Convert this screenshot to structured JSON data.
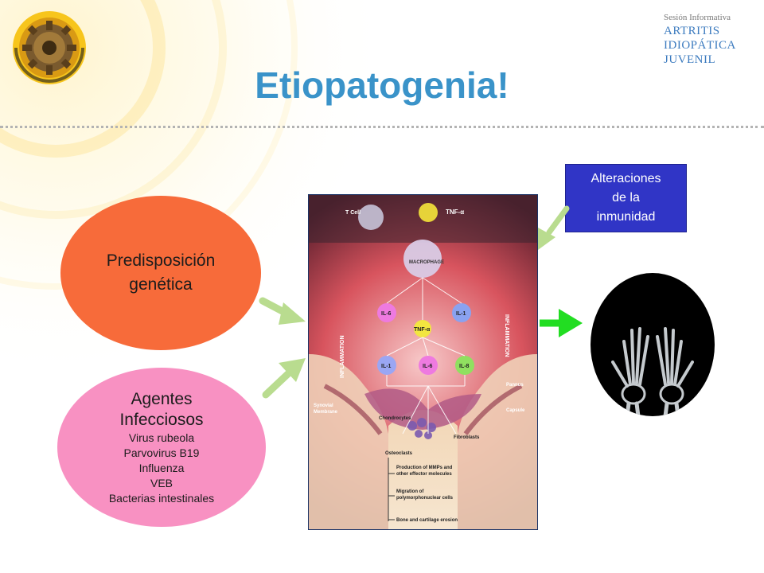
{
  "header": {
    "session_label": "Sesión Informativa",
    "topic_lines": [
      "ARTRITIS",
      "IDIOPÁTICA",
      "JUVENIL"
    ]
  },
  "title": "Etiopatogenia!",
  "factors": {
    "genetic": {
      "lines": [
        "Predisposición",
        "genética"
      ],
      "color": "#f76b3a"
    },
    "infectious": {
      "title_lines": [
        "Agentes",
        "Infecciosos"
      ],
      "items": [
        "Virus rubeola",
        "Parvovirus B19",
        "Influenza",
        "VEB",
        "Bacterias intestinales"
      ],
      "color": "#f891c2"
    },
    "immunity": {
      "lines": [
        "Alteraciones",
        "de la",
        "inmunidad"
      ],
      "color": "#3035c6"
    }
  },
  "diagram": {
    "labels": {
      "t_cell": "T Cell",
      "tnf_top": "TNF-α",
      "macrophage": "MACROPHAGE",
      "il6_left": "IL-6",
      "il1_right": "IL-1",
      "tnf_mid": "TNF-α",
      "il1_low": "IL-1",
      "il6_low": "IL-6",
      "il8_low": "IL-8",
      "inflammation_left": "INFLAMMATION",
      "inflammation_right": "INFLAMMATION",
      "pannus": "Pannus",
      "synovial_1": "Synovial",
      "synovial_2": "Membrane",
      "capsule": "Capsule",
      "chondrocytes": "Chondrocytes",
      "osteoclasts": "Osteoclasts",
      "fibroblasts": "Fibroblasts",
      "production_1": "Production of MMPs and",
      "production_2": "other effector molecules",
      "migration_1": "Migration of",
      "migration_2": "polymorphonuclear cells",
      "erosion": "Bone and cartilage erosion"
    }
  },
  "colors": {
    "title": "#3a93c9",
    "header_blue": "#3c7bbf",
    "arrow_light": "#b9dc8f",
    "arrow_bright": "#22dd22"
  }
}
